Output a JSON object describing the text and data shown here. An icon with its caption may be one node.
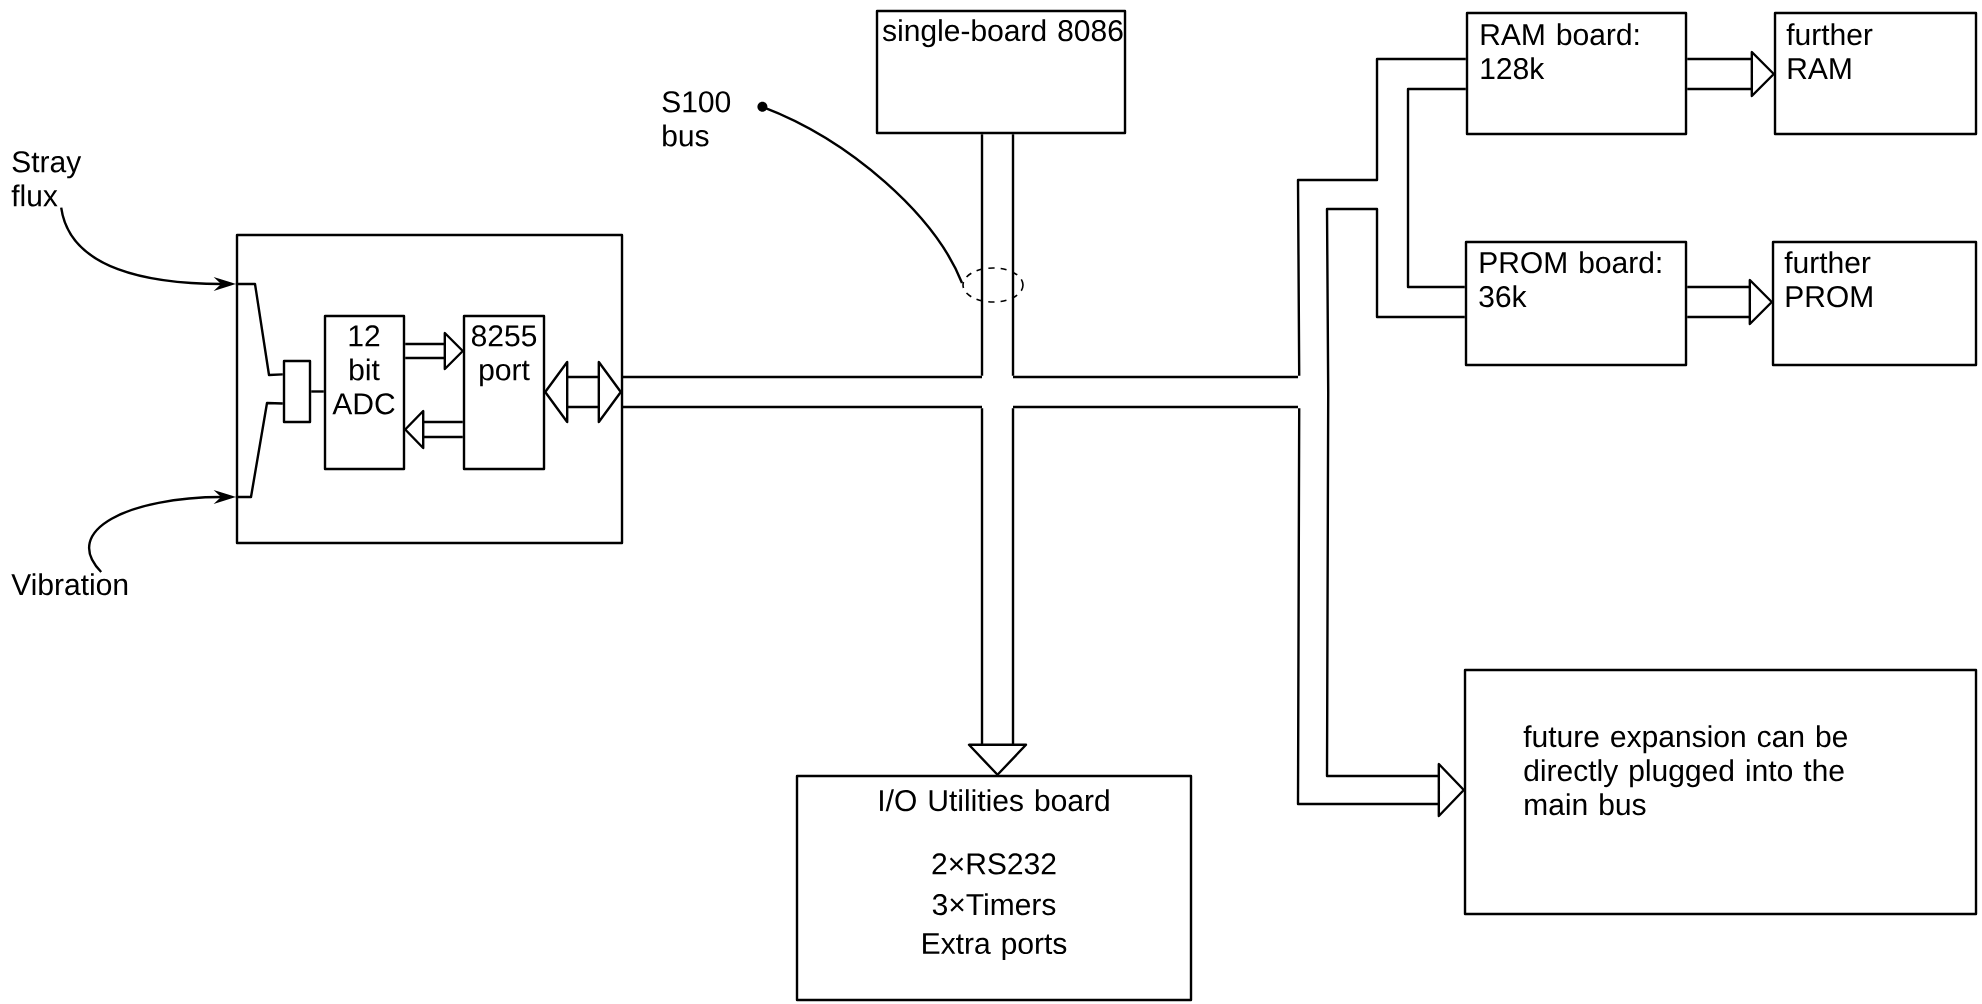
{
  "diagram": {
    "nodes": [
      {
        "text": [
          "Stray flux"
        ]
      },
      {
        "text": [
          "Vibration"
        ]
      },
      {
        "text": [],
        "shape": "box"
      },
      {
        "text": [],
        "shape": "box",
        "in": 2
      },
      {
        "text": [
          "12 bit ADC"
        ],
        "in": 2
      },
      {
        "text": [
          "8255 port"
        ],
        "in": 2
      },
      {
        "text": [
          "single-board 8086"
        ]
      },
      {
        "text": [
          "RAM board: 128k"
        ]
      },
      {
        "text": [
          "further RAM"
        ]
      },
      {
        "text": [
          "PROM board: 36k"
        ]
      },
      {
        "text": [
          "further PROM"
        ]
      },
      {
        "text": [
          "I/O Utilities board",
          "2×RS232",
          "3×Timers",
          "Extra ports"
        ]
      },
      {
        "text": [
          "future expansion can be directly plugged into the main bus"
        ]
      },
      {
        "text": [
          "S100 bus"
        ]
      },
      {
        "text": [],
        "shape": "bar"
      }
    ],
    "edges": [
      {
        "from": 0,
        "to": 2,
        "arrow": "to"
      },
      {
        "from": 1,
        "to": 2,
        "arrow": "to"
      },
      {
        "from": 2,
        "to": 3,
        "arrow": "none"
      },
      {
        "from": 2,
        "to": 3,
        "arrow": "none"
      },
      {
        "from": 3,
        "to": 4,
        "arrow": "none"
      },
      {
        "from": 4,
        "to": 5,
        "arrow": "to"
      },
      {
        "from": 5,
        "to": 4,
        "arrow": "to"
      },
      {
        "from": 5,
        "to": 14,
        "arrow": "both"
      },
      {
        "from": 6,
        "to": 14,
        "arrow": "none"
      },
      {
        "from": 14,
        "to": 11,
        "arrow": "to"
      },
      {
        "from": 14,
        "to": 7,
        "arrow": "none"
      },
      {
        "from": 14,
        "to": 9,
        "arrow": "none"
      },
      {
        "from": 14,
        "to": 12,
        "arrow": "to"
      },
      {
        "from": 7,
        "to": 8,
        "arrow": "to"
      },
      {
        "from": 9,
        "to": 10,
        "arrow": "to"
      },
      {
        "from": null,
        "to": 13,
        "arrow": "to"
      }
    ]
  }
}
